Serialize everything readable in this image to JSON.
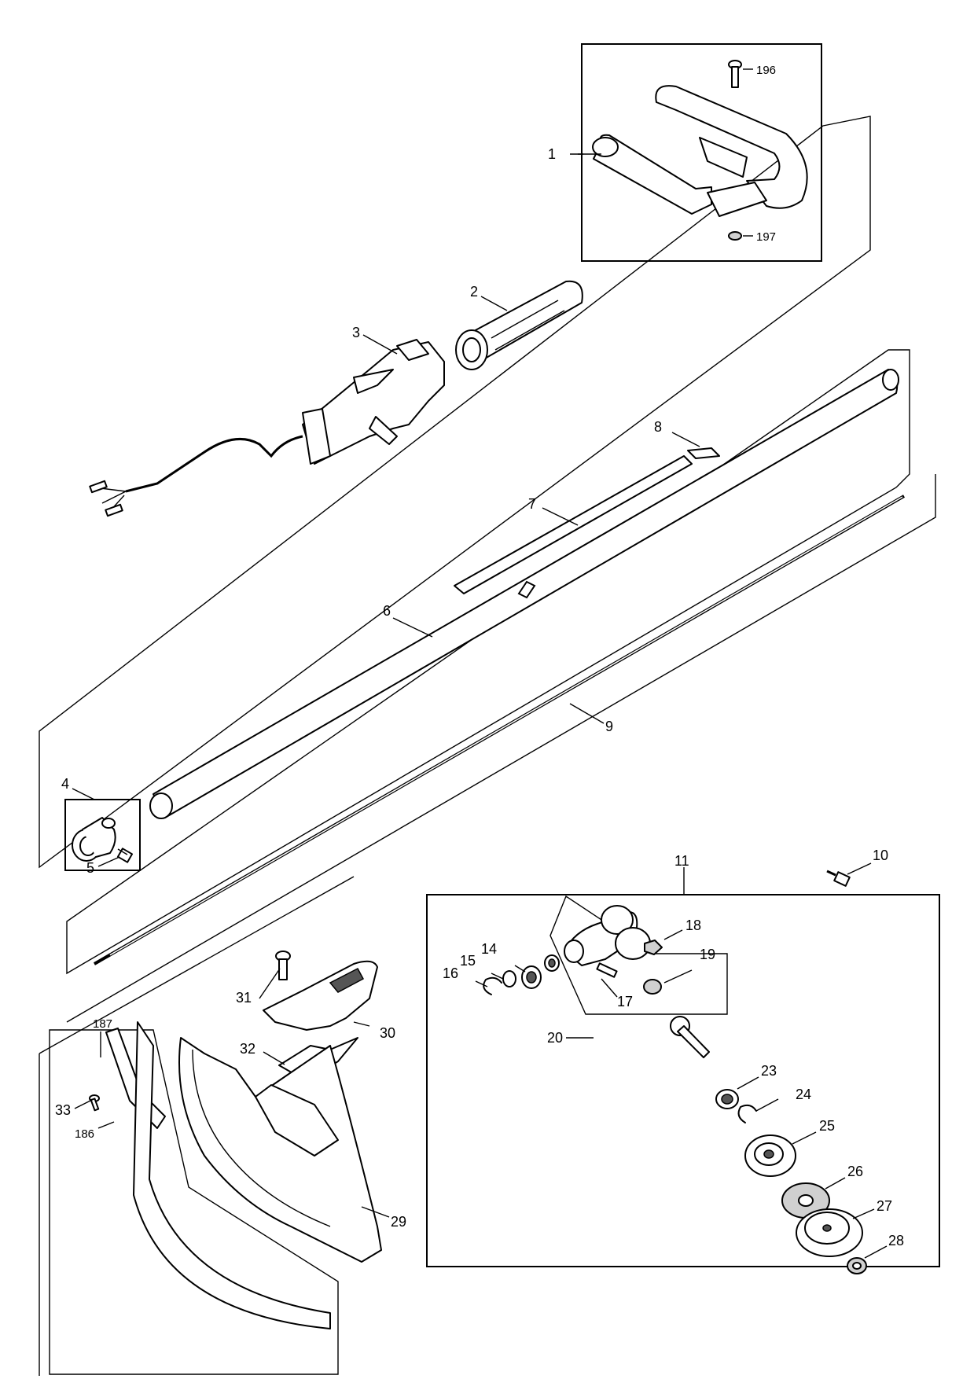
{
  "labels": {
    "p1": "1",
    "p2": "2",
    "p3": "3",
    "p4": "4",
    "p5": "5",
    "p6": "6",
    "p7": "7",
    "p8": "8",
    "p9": "9",
    "p10": "10",
    "p11": "11",
    "p14": "14",
    "p15": "15",
    "p16": "16",
    "p17": "17",
    "p18": "18",
    "p19": "19",
    "p20": "20",
    "p23": "23",
    "p24": "24",
    "p25": "25",
    "p26": "26",
    "p27": "27",
    "p28": "28",
    "p29": "29",
    "p30": "30",
    "p31": "31",
    "p32": "32",
    "p33": "33",
    "p186": "186",
    "p187": "187",
    "p196": "196",
    "p197": "197"
  }
}
